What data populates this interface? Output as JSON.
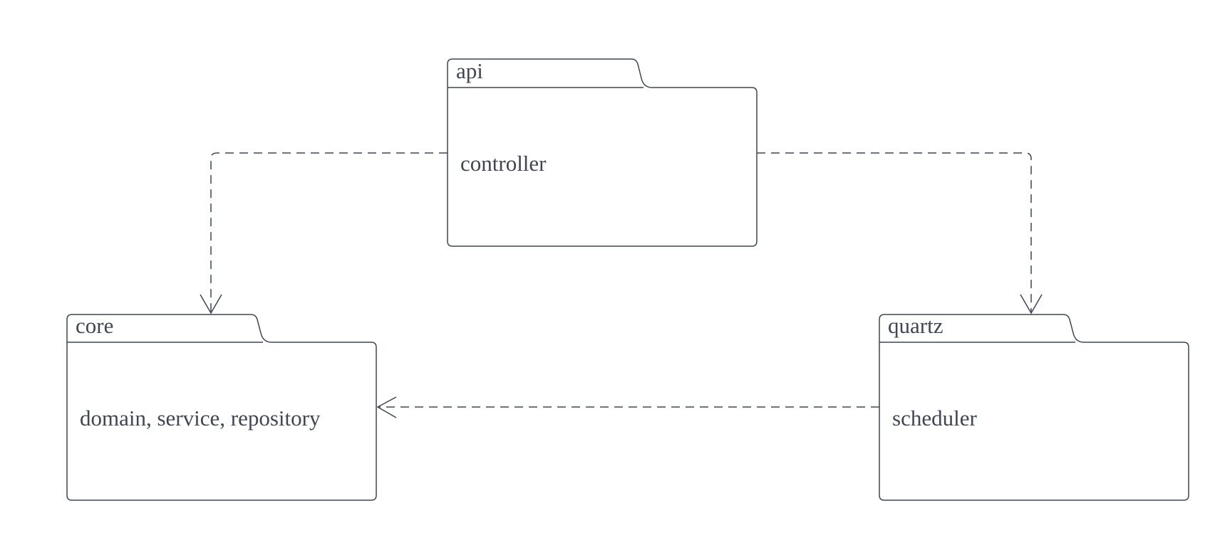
{
  "diagram": {
    "packages": [
      {
        "id": "api",
        "name": "api",
        "contents": "controller"
      },
      {
        "id": "core",
        "name": "core",
        "contents": "domain, service, repository"
      },
      {
        "id": "quartz",
        "name": "quartz",
        "contents": "scheduler"
      }
    ],
    "dependencies": [
      {
        "from": "api",
        "to": "core",
        "style": "dashed",
        "arrow": "open"
      },
      {
        "from": "api",
        "to": "quartz",
        "style": "dashed",
        "arrow": "open"
      },
      {
        "from": "quartz",
        "to": "core",
        "style": "dashed",
        "arrow": "open"
      }
    ],
    "colors": {
      "stroke": "#3f4653",
      "text": "#3f4653",
      "background": "#ffffff"
    }
  }
}
